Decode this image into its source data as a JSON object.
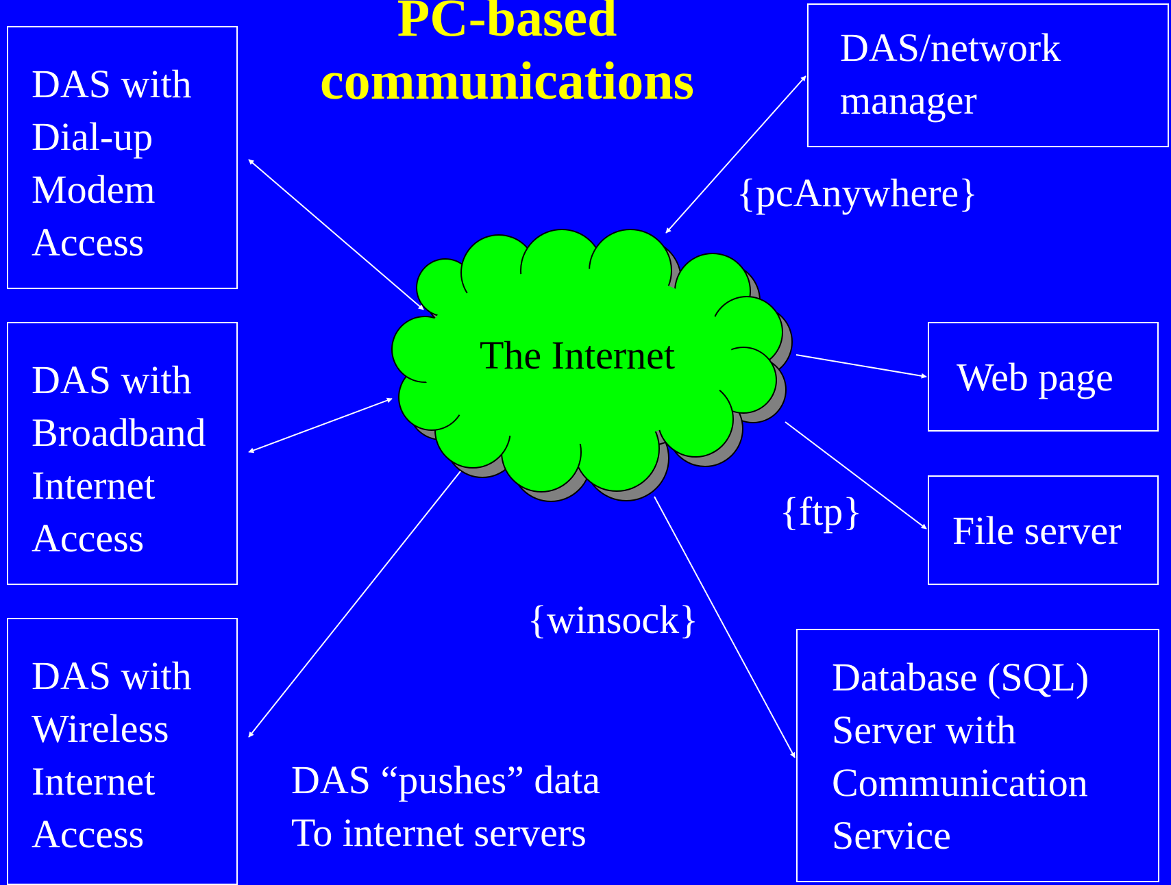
{
  "title": "PC-based\ncommunications",
  "cloud": {
    "label": "The Internet",
    "fill": "#00ff00",
    "shadow": "#808080"
  },
  "nodes": {
    "dialup": "DAS with\nDial-up\nModem\nAccess",
    "broadband": "DAS with\nBroadband\nInternet\nAccess",
    "wireless": "DAS with\nWireless\nInternet\nAccess",
    "network_manager": "DAS/network\nmanager",
    "web_page": "Web page",
    "file_server": "File server",
    "database": "Database (SQL)\nServer with\nCommunication\nService"
  },
  "protocols": {
    "pcanywhere": "{pcAnywhere}",
    "ftp": "{ftp}",
    "winsock": "{winsock}"
  },
  "note": "DAS “pushes” data\nTo internet servers",
  "colors": {
    "background": "#0000ff",
    "title": "#ffff00",
    "text": "#ffffff",
    "lines": "#ffffff"
  }
}
